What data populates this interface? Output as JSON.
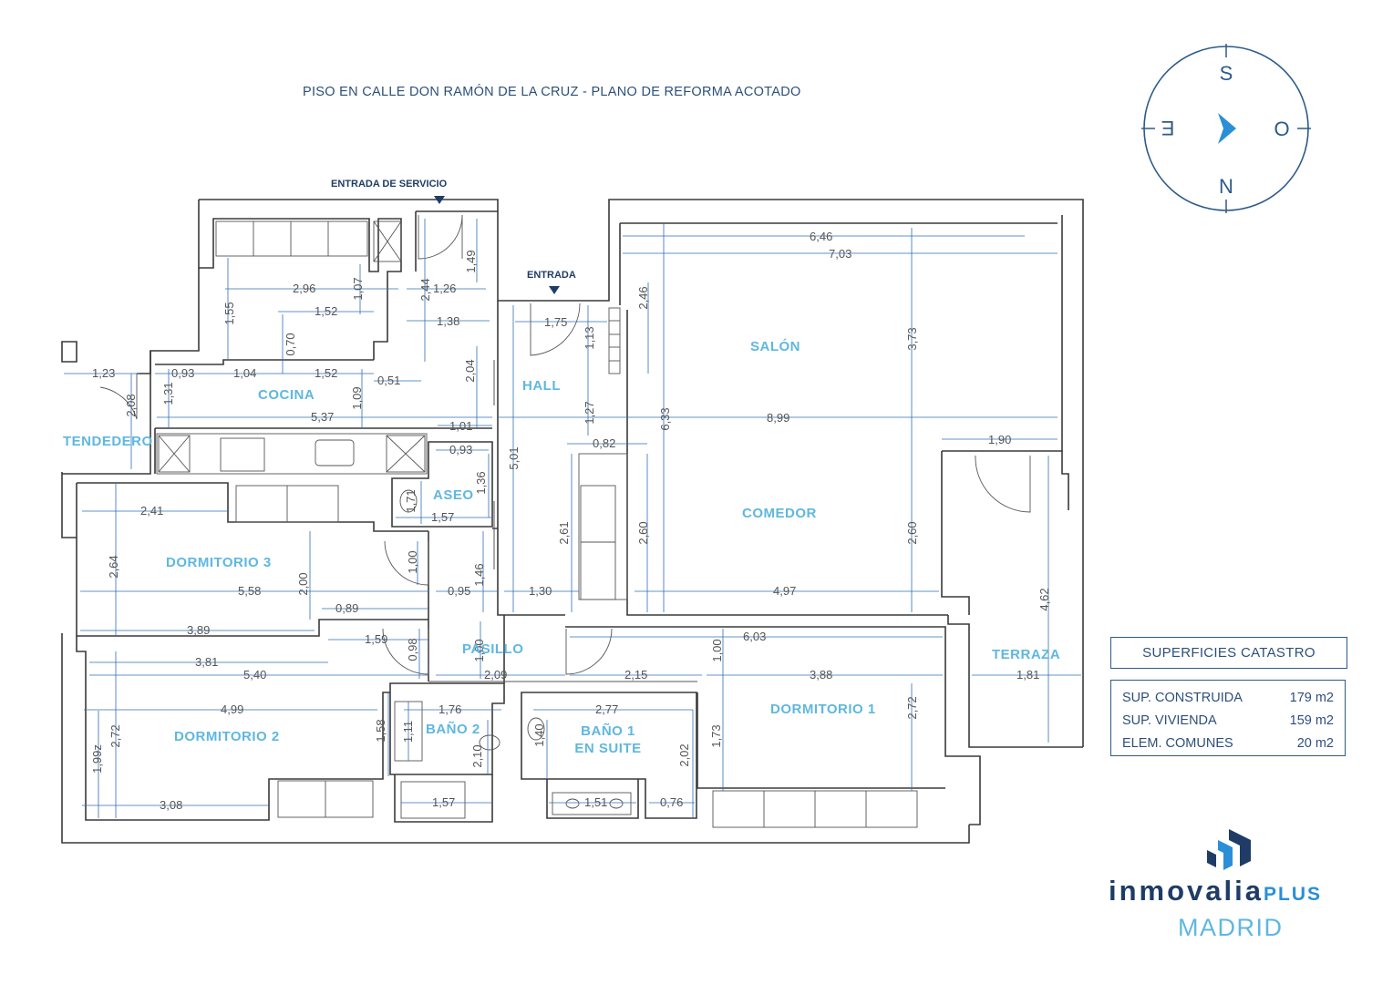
{
  "title": "PISO EN CALLE DON RAMÓN DE LA CRUZ  - PLANO DE REFORMA ACOTADO",
  "entries": {
    "service": "ENTRADA DE SERVICIO",
    "main": "ENTRADA"
  },
  "compass": {
    "north": "N",
    "south": "S",
    "east": "E",
    "west": "O"
  },
  "rooms": {
    "cocina": "COCINA",
    "tendedero": "TENDEDERO",
    "hall": "HALL",
    "salon": "SALÓN",
    "comedor": "COMEDOR",
    "aseo": "ASEO",
    "dormitorio3": "DORMITORIO 3",
    "dormitorio2": "DORMITORIO 2",
    "dormitorio1": "DORMITORIO 1",
    "pasillo": "PASILLO",
    "bano2": "BAÑO 2",
    "bano1_line1": "BAÑO 1",
    "bano1_line2": "EN SUITE",
    "terraza": "TERRAZA"
  },
  "dimensions": {
    "d_2_96": "2,96",
    "d_1_52a": "1,52",
    "d_1_55": "1,55",
    "d_1_07": "1,07",
    "d_0_70": "0,70",
    "d_2_44": "2,44",
    "d_1_26": "1,26",
    "d_1_49": "1,49",
    "d_1_38": "1,38",
    "d_1_75": "1,75",
    "d_1_13": "1,13",
    "d_2_46": "2,46",
    "d_6_46": "6,46",
    "d_7_03": "7,03",
    "d_3_73": "3,73",
    "d_1_23": "1,23",
    "d_0_93a": "0,93",
    "d_1_04": "1,04",
    "d_1_52b": "1,52",
    "d_0_51": "0,51",
    "d_2_04": "2,04",
    "d_1_31": "1,31",
    "d_2_08": "2,08",
    "d_1_09": "1,09",
    "d_5_37": "5,37",
    "d_1_27": "1,27",
    "d_6_33": "6,33",
    "d_8_99": "8,99",
    "d_1_01": "1,01",
    "d_0_82": "0,82",
    "d_1_90": "1,90",
    "d_0_93b": "0,93",
    "d_5_01": "5,01",
    "d_1_36": "1,36",
    "d_1_71": "1,71",
    "d_1_57a": "1,57",
    "d_2_41": "2,41",
    "d_2_61": "2,61",
    "d_2_60a": "2,60",
    "d_2_60b": "2,60",
    "d_2_64": "2,64",
    "d_2_00": "2,00",
    "d_1_00a": "1,00",
    "d_1_46": "1,46",
    "d_5_58": "5,58",
    "d_0_95": "0,95",
    "d_1_30": "1,30",
    "d_4_97": "4,97",
    "d_4_62": "4,62",
    "d_0_89": "0,89",
    "d_3_89": "3,89",
    "d_1_59": "1,59",
    "d_6_03": "6,03",
    "d_0_98": "0,98",
    "d_1_00b": "1,00",
    "d_1_00c": "1,00",
    "d_3_81": "3,81",
    "d_5_40": "5,40",
    "d_2_09": "2,09",
    "d_2_15": "2,15",
    "d_3_88": "3,88",
    "d_1_81": "1,81",
    "d_4_99": "4,99",
    "d_1_76": "1,76",
    "d_2_77": "2,77",
    "d_1_58": "1,58",
    "d_1_11": "1,11",
    "d_2_10": "2,10",
    "d_1_40": "1,40",
    "d_2_72a": "2,72",
    "d_2_72b": "2,72",
    "d_1_99": "1,99z",
    "d_1_73": "1,73",
    "d_2_02": "2,02",
    "d_3_08": "3,08",
    "d_1_57b": "1,57",
    "d_1_51": "1,51",
    "d_0_76": "0,76"
  },
  "areas": {
    "heading": "SUPERFICIES CATASTRO",
    "rows": [
      {
        "label": "SUP. CONSTRUIDA",
        "value": "179 m2"
      },
      {
        "label": "SUP. VIVIENDA",
        "value": "159 m2"
      },
      {
        "label": "ELEM. COMUNES",
        "value": "20 m2"
      }
    ]
  },
  "brand": {
    "name": "inmovalia",
    "suffix": "PLUS",
    "city": "MADRID"
  },
  "colors": {
    "room_label": "#5fb7e0",
    "dimension_line": "#2f6fb8",
    "wall": "#3a3a3a",
    "brand_dark": "#1f3c66"
  }
}
